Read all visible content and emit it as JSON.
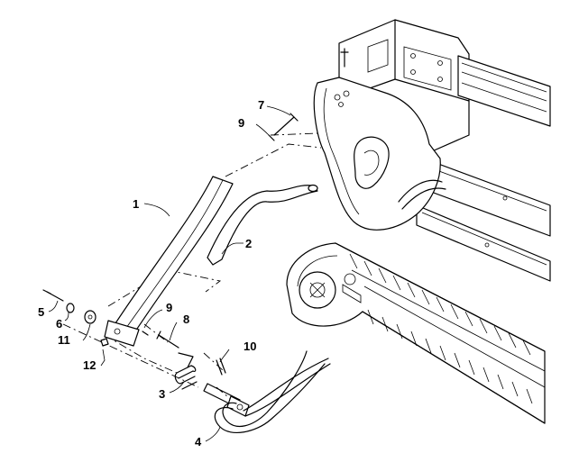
{
  "callouts": [
    {
      "label": "1",
      "part": "handle"
    },
    {
      "label": "2",
      "part": "rod"
    },
    {
      "label": "3",
      "part": "spring"
    },
    {
      "label": "4",
      "part": "wire-bail"
    },
    {
      "label": "5",
      "part": "bolt"
    },
    {
      "label": "6",
      "part": "washer"
    },
    {
      "label": "7",
      "part": "bolt"
    },
    {
      "label": "8",
      "part": "bolt"
    },
    {
      "label": "9",
      "part": "pin"
    },
    {
      "label": "9",
      "part": "pin"
    },
    {
      "label": "10",
      "part": "roll-pin"
    },
    {
      "label": "11",
      "part": "washer"
    },
    {
      "label": "12",
      "part": "nut"
    }
  ]
}
